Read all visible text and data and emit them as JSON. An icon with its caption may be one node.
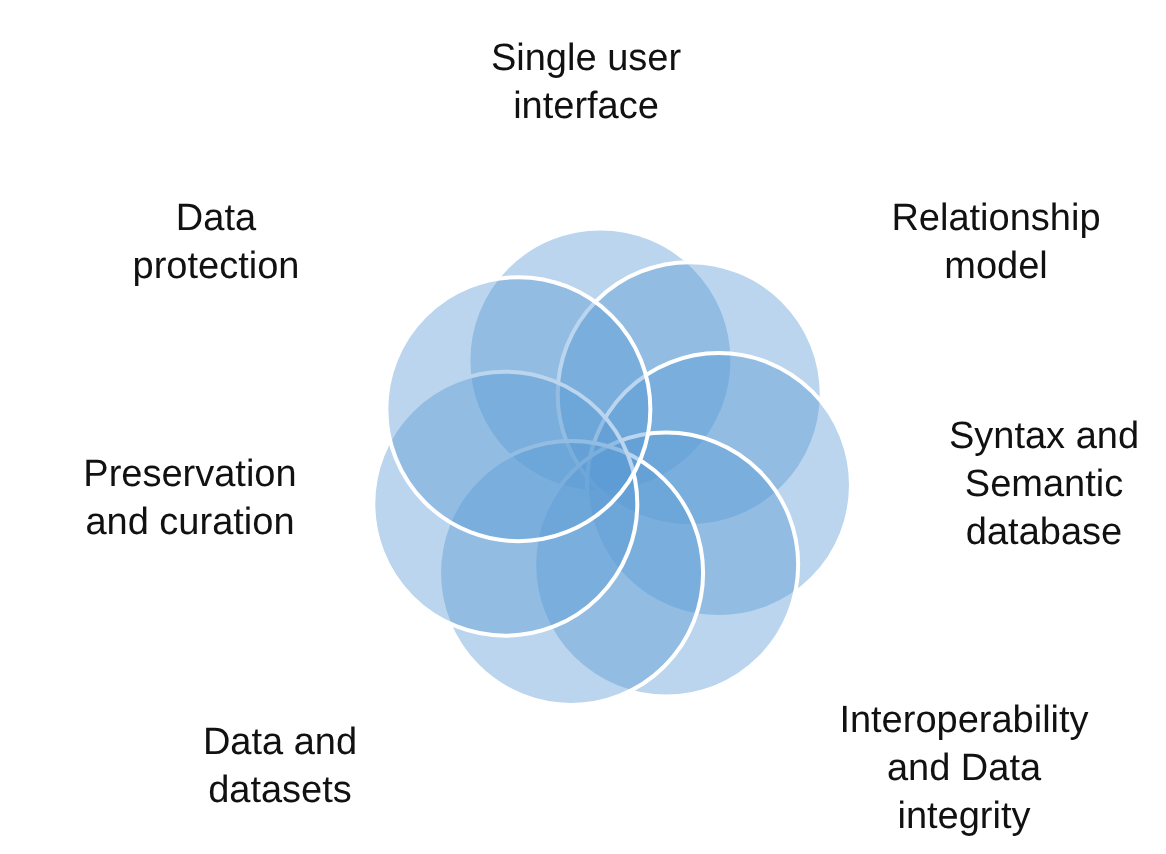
{
  "diagram": {
    "labels": [
      "Single user interface",
      "Data protection",
      "Relationship model",
      "Syntax and Semantic database",
      "Preservation and curation",
      "Data and datasets",
      "Interoperability and Data integrity"
    ]
  }
}
